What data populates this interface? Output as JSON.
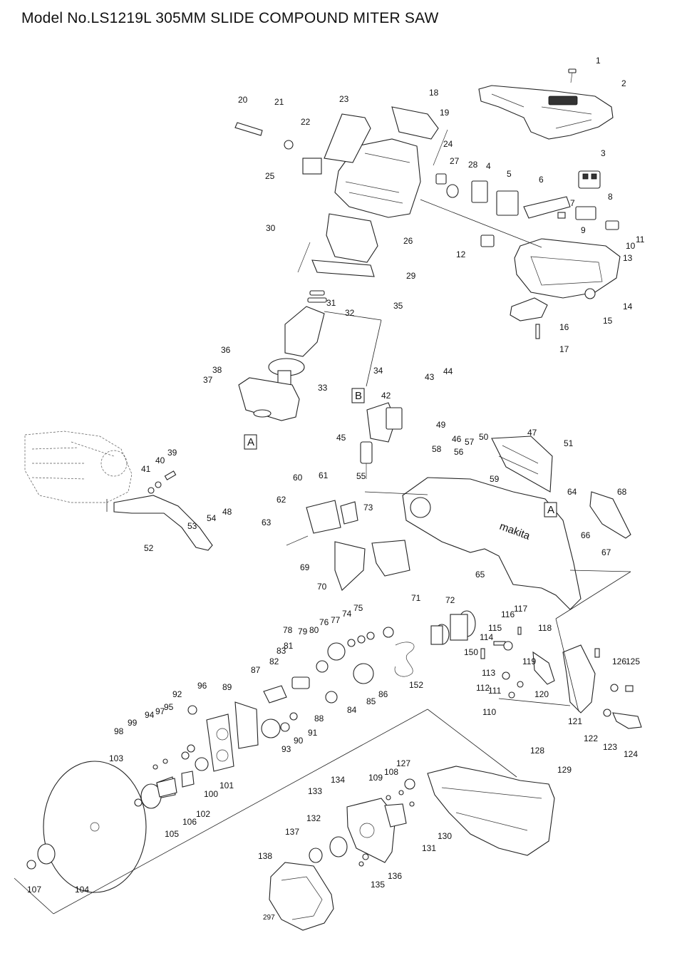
{
  "title": "Model No.LS1219L 305MM SLIDE COMPOUND MITER SAW",
  "callout_boxes": [
    "A",
    "B",
    "A"
  ],
  "brand_marking": "makita",
  "part_numbers": [
    "1",
    "2",
    "3",
    "4",
    "5",
    "6",
    "7",
    "8",
    "9",
    "10",
    "11",
    "12",
    "13",
    "14",
    "15",
    "16",
    "17",
    "18",
    "19",
    "20",
    "21",
    "22",
    "23",
    "24",
    "25",
    "26",
    "27",
    "28",
    "29",
    "30",
    "31",
    "32",
    "33",
    "34",
    "35",
    "36",
    "37",
    "38",
    "39",
    "40",
    "41",
    "42",
    "43",
    "44",
    "45",
    "46",
    "47",
    "48",
    "49",
    "50",
    "51",
    "52",
    "53",
    "54",
    "55",
    "56",
    "57",
    "58",
    "59",
    "60",
    "61",
    "62",
    "63",
    "64",
    "65",
    "66",
    "67",
    "68",
    "69",
    "70",
    "71",
    "72",
    "73",
    "74",
    "75",
    "76",
    "77",
    "78",
    "79",
    "80",
    "81",
    "82",
    "83",
    "84",
    "85",
    "86",
    "87",
    "88",
    "89",
    "90",
    "91",
    "92",
    "93",
    "94",
    "95",
    "96",
    "97",
    "98",
    "99",
    "100",
    "101",
    "102",
    "103",
    "104",
    "105",
    "106",
    "107",
    "108",
    "109",
    "110",
    "111",
    "112",
    "113",
    "114",
    "115",
    "116",
    "117",
    "118",
    "119",
    "120",
    "121",
    "122",
    "123",
    "124",
    "125",
    "126",
    "127",
    "128",
    "129",
    "130",
    "131",
    "132",
    "133",
    "134",
    "135",
    "136",
    "137",
    "138",
    "150",
    "152",
    "297"
  ]
}
